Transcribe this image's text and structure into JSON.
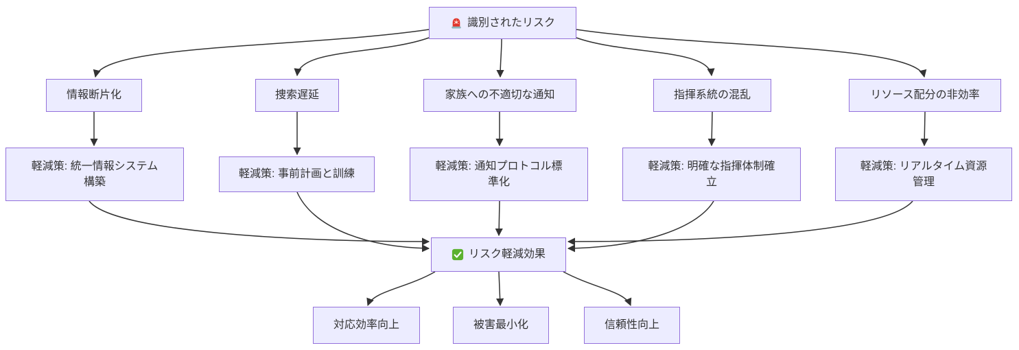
{
  "diagram": {
    "type": "flowchart",
    "root": {
      "label": "識別されたリスク",
      "icon": "rotating-light-emoji"
    },
    "risks": [
      {
        "label": "情報断片化"
      },
      {
        "label": "捜索遅延"
      },
      {
        "label": "家族への不適切な通知"
      },
      {
        "label": "指揮系統の混乱"
      },
      {
        "label": "リソース配分の非効率"
      }
    ],
    "mitigations": [
      {
        "label": "軽減策: 統一情報システム\n構築"
      },
      {
        "label": "軽減策: 事前計画と訓練"
      },
      {
        "label": "軽減策: 通知プロトコル標\n準化"
      },
      {
        "label": "軽減策: 明確な指揮体制確\n立"
      },
      {
        "label": "軽減策: リアルタイム資源\n管理"
      }
    ],
    "effect": {
      "label": "リスク軽減効果",
      "icon": "check-mark-emoji"
    },
    "outcomes": [
      {
        "label": "対応効率向上"
      },
      {
        "label": "被害最小化"
      },
      {
        "label": "信頼性向上"
      }
    ],
    "colors": {
      "node_fill": "#ECECFF",
      "node_border": "#9370DB",
      "edge": "#333333",
      "text": "#333333",
      "beacon_red": "#E0352B",
      "beacon_base": "#8FB6BC",
      "check_green": "#5BB12F"
    }
  }
}
